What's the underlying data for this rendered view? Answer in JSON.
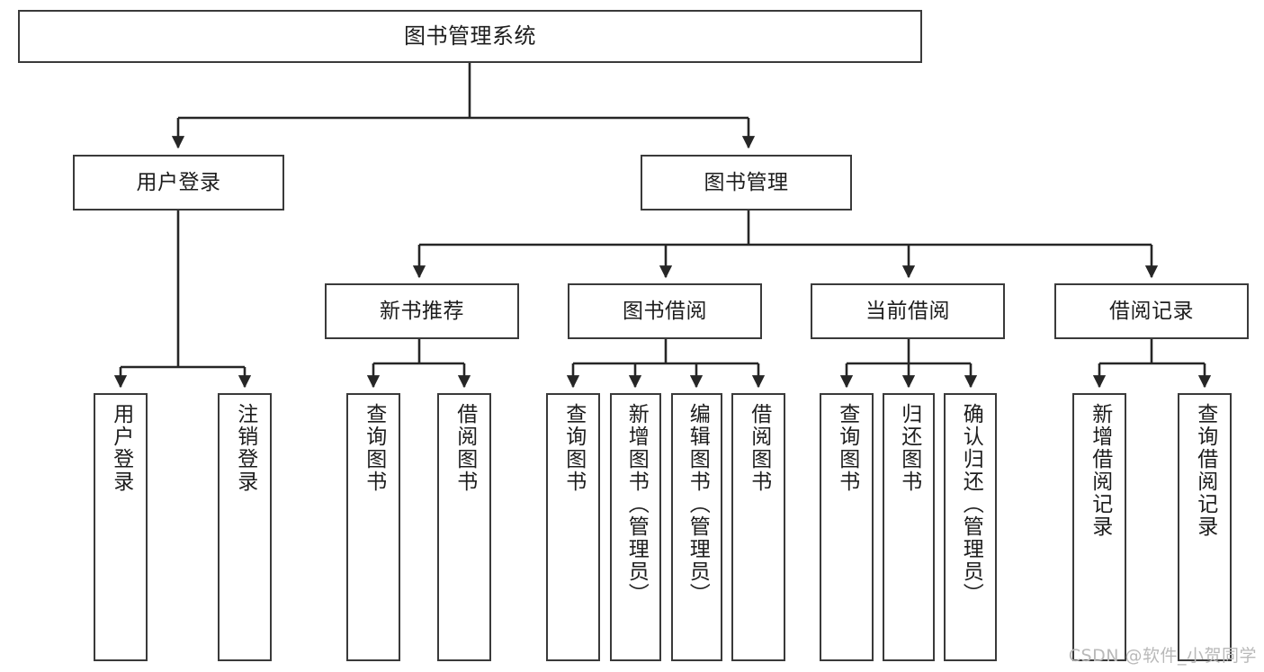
{
  "diagram": {
    "title": "图书管理系统",
    "type": "功能结构图",
    "watermark": "CSDN @软件_小贺同学",
    "colors": {
      "background": "#ffffff",
      "box_border": "#3a3a3a",
      "connector": "#262626",
      "text": "#1d1d1d",
      "watermark": "#b9b9b9"
    }
  },
  "nodes": {
    "root": {
      "label": "图书管理系统"
    },
    "level2": [
      {
        "label": "用户登录"
      },
      {
        "label": "图书管理"
      }
    ],
    "level3": [
      {
        "label": "新书推荐"
      },
      {
        "label": "图书借阅"
      },
      {
        "label": "当前借阅"
      },
      {
        "label": "借阅记录"
      }
    ],
    "leaves": {
      "user_login": [
        {
          "label": "用户登录"
        },
        {
          "label": "注销登录"
        }
      ],
      "new_book_recommend": [
        {
          "label": "查询图书"
        },
        {
          "label": "借阅图书"
        }
      ],
      "book_borrow": [
        {
          "label": "查询图书"
        },
        {
          "label": "新增图书（管理员）"
        },
        {
          "label": "编辑图书（管理员）"
        },
        {
          "label": "借阅图书"
        }
      ],
      "current_borrow": [
        {
          "label": "查询图书"
        },
        {
          "label": "归还图书"
        },
        {
          "label": "确认归还（管理员）"
        }
      ],
      "borrow_record": [
        {
          "label": "新增借阅记录"
        },
        {
          "label": "查询借阅记录"
        }
      ]
    }
  }
}
